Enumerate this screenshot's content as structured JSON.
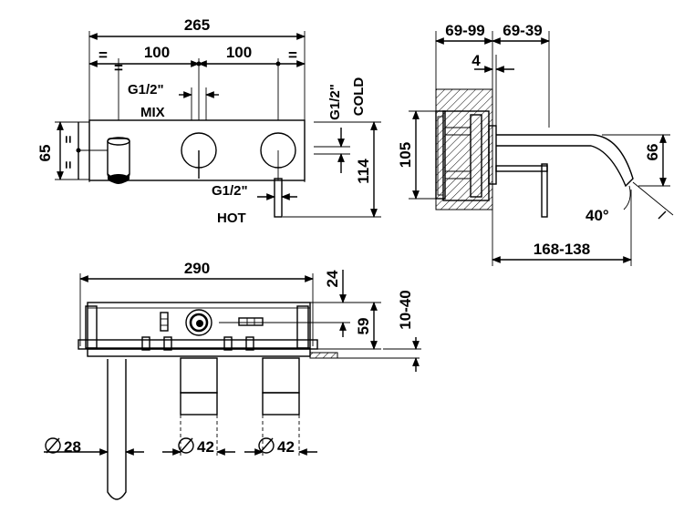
{
  "front_view": {
    "overall_width": "265",
    "spacing_left": "100",
    "spacing_right": "100",
    "equal_marks": [
      "=",
      "=",
      "="
    ],
    "mix_thread": "G1/2\"",
    "mix_label": "MIX",
    "hot_thread": "G1/2\"",
    "hot_label": "HOT",
    "cold_thread": "G1/2\"",
    "cold_label": "COLD",
    "plate_height": "65",
    "outlet_height": "114",
    "equal_vertical": [
      "=",
      "="
    ]
  },
  "side_view": {
    "depth_a": "69-99",
    "depth_b": "69-39",
    "wall_gap": "4",
    "body_height": "105",
    "spout_height": "66",
    "projection": "168-138",
    "angle": "40°"
  },
  "top_view": {
    "overall_width": "290",
    "top_offset": "24",
    "body_depth": "59",
    "plate_range": "10-40",
    "spout_diameter": "28",
    "handle_diameter_left": "42",
    "handle_diameter_right": "42"
  }
}
